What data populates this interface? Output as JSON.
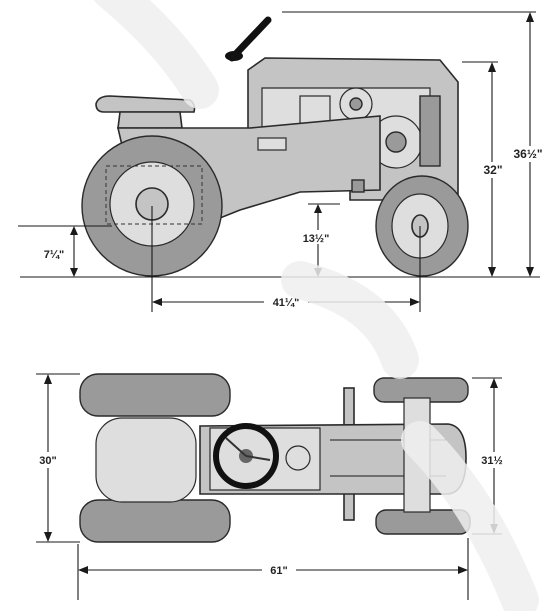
{
  "side_view": {
    "height_overall": "36½\"",
    "height_hood": "32\"",
    "ground_clearance_front": "13½\"",
    "ground_clearance_rear": "7¼\"",
    "wheelbase": "41¼\""
  },
  "top_view": {
    "width_rear": "30\"",
    "width_front": "31½",
    "length_overall": "61\""
  },
  "colors": {
    "ink": "#1a1a1a",
    "body_gray": "#c4c4c4",
    "tire_gray": "#9a9a9a"
  }
}
